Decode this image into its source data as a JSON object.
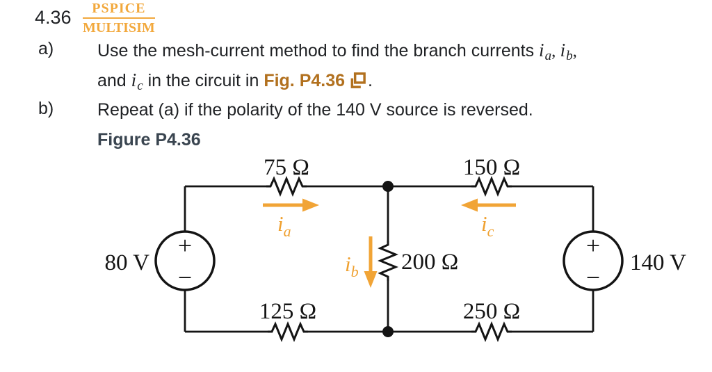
{
  "problem": {
    "number": "4.36",
    "badge": {
      "top": "PSPICE",
      "bottom": "MULTISIM"
    },
    "part_a": {
      "label": "a)",
      "line1_text": "Use the mesh-current method to find the branch currents ",
      "ia": {
        "base": "i",
        "sub": "a"
      },
      "sep": ", ",
      "ib": {
        "base": "i",
        "sub": "b"
      },
      "line1_end": ",",
      "line2_start": "and ",
      "ic": {
        "base": "i",
        "sub": "c"
      },
      "line2_mid": " in the circuit in ",
      "figure_link": "Fig. P4.36",
      "line2_end": "."
    },
    "part_b": {
      "label": "b)",
      "text": "Repeat (a) if the polarity of the 140 V source is reversed."
    },
    "figure_title": "Figure P4.36"
  },
  "circuit": {
    "resistors": {
      "top_left": "75 Ω",
      "top_right": "150 Ω",
      "middle": "200 Ω",
      "bottom_left": "125 Ω",
      "bottom_right": "250 Ω"
    },
    "sources": {
      "left": {
        "value": "80 V",
        "plus": "+",
        "minus": "−"
      },
      "right": {
        "value": "140 V",
        "plus": "+",
        "minus": "−"
      }
    },
    "currents": {
      "ia": {
        "base": "i",
        "sub": "a"
      },
      "ib": {
        "base": "i",
        "sub": "b"
      },
      "ic": {
        "base": "i",
        "sub": "c"
      }
    }
  },
  "colors": {
    "accent_orange": "#F1A436",
    "link_brown": "#B2711F",
    "figure_title_gray": "#3A4550",
    "body_text": "#1F2124"
  }
}
